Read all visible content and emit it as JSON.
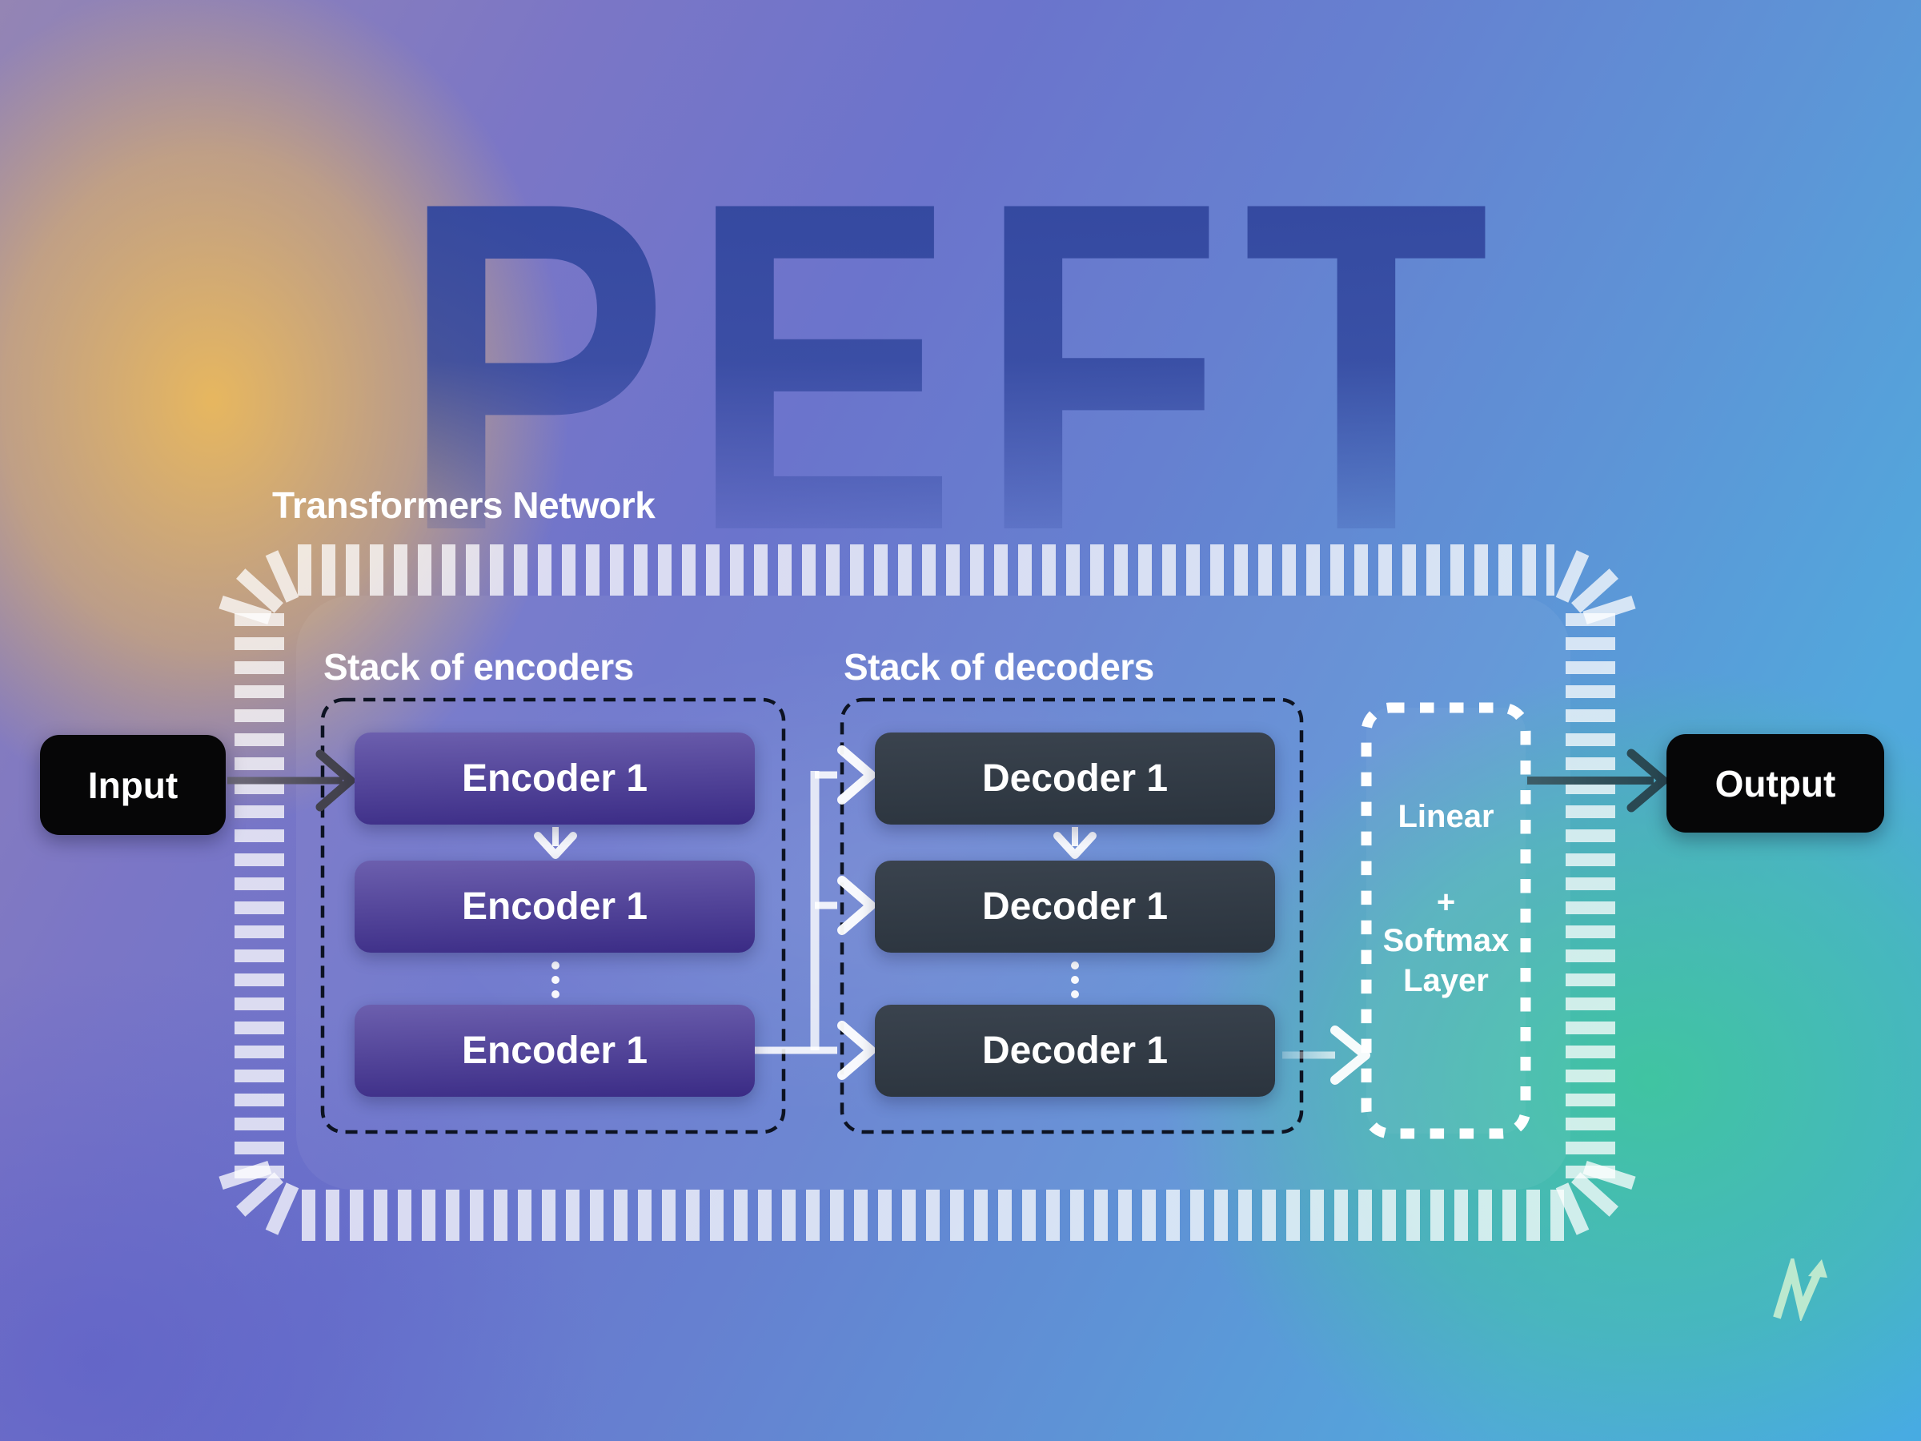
{
  "watermark": "PEFT",
  "network_label": "Transformers Network",
  "io": {
    "input_label": "Input",
    "output_label": "Output"
  },
  "encoders": {
    "label": "Stack of encoders",
    "items": [
      "Encoder 1",
      "Encoder 1",
      "Encoder 1"
    ]
  },
  "decoders": {
    "label": "Stack of decoders",
    "items": [
      "Decoder 1",
      "Decoder 1",
      "Decoder 1"
    ]
  },
  "head": {
    "linear": "Linear",
    "plus": "+",
    "softmax": "Softmax",
    "layer": "Layer"
  },
  "icons": {
    "logo": "m-growth-arrow-logo",
    "flow_down": "down-arrow-icon",
    "ellipsis": "vertical-ellipsis-icon",
    "frame": "ticket-stub-border"
  },
  "colors": {
    "watermark_blue": "#32479e",
    "tick_white": "rgba(255,255,255,0.75)",
    "dash_dark": "#0d1322",
    "encoder_top": "#6c5fae",
    "encoder_bottom": "#3a2b85",
    "decoder_top": "#3a434e",
    "decoder_bottom": "#2b343e",
    "io_black": "#060607",
    "arrow_dark_tail": "#716d7d",
    "arrow_dark_head": "#3f3e49",
    "arrow_teal": "#2f4e59",
    "arrow_white": "rgba(255,255,255,0.92)",
    "glow_yellow": "#e9b95e",
    "glow_green": "#3ec79b",
    "bg_purple": "#6f74cb",
    "bg_blue": "#5884d6",
    "logo_mint": "#bce9cf",
    "text_white": "#ffffff"
  }
}
